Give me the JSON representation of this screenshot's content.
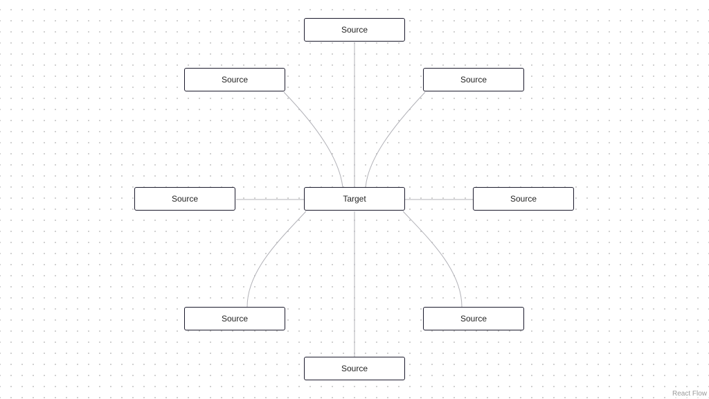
{
  "flow": {
    "target": {
      "label": "Target"
    },
    "sources": [
      {
        "label": "Source"
      },
      {
        "label": "Source"
      },
      {
        "label": "Source"
      },
      {
        "label": "Source"
      },
      {
        "label": "Source"
      },
      {
        "label": "Source"
      },
      {
        "label": "Source"
      },
      {
        "label": "Source"
      }
    ]
  },
  "attribution": {
    "text": "React Flow"
  },
  "colors": {
    "background": "#ffffff",
    "grid_dot": "#c4c4c4",
    "edge": "#b1b1b7",
    "node_border": "#1a192b"
  }
}
